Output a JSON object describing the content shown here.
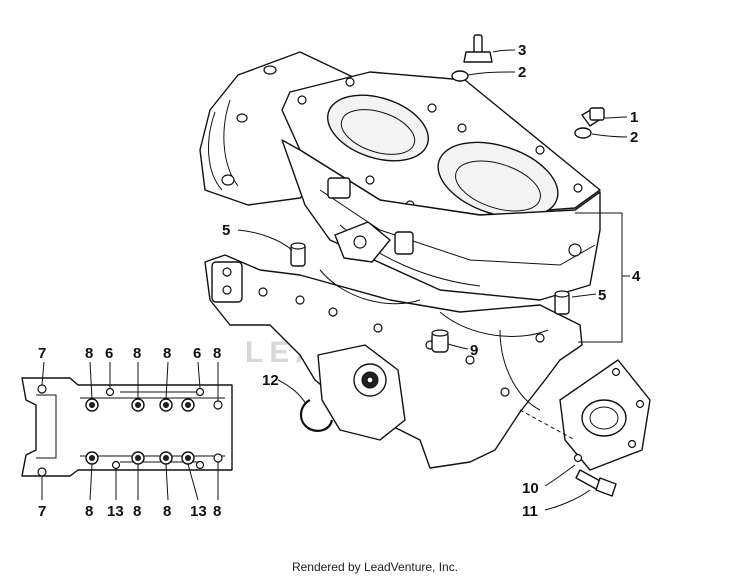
{
  "diagram": {
    "watermark": "LEADVENTURE",
    "footer": "Rendered by LeadVenture, Inc.",
    "callouts": {
      "c1": "1",
      "c2a": "2",
      "c2b": "2",
      "c3": "3",
      "c4": "4",
      "c5a": "5",
      "c5b": "5",
      "c9": "9",
      "c10": "10",
      "c11": "11",
      "c12": "12"
    },
    "inset_top": [
      "7",
      "8",
      "6",
      "8",
      "8",
      "6",
      "8"
    ],
    "inset_bottom": [
      "7",
      "8",
      "13",
      "8",
      "8",
      "13",
      "8"
    ]
  }
}
